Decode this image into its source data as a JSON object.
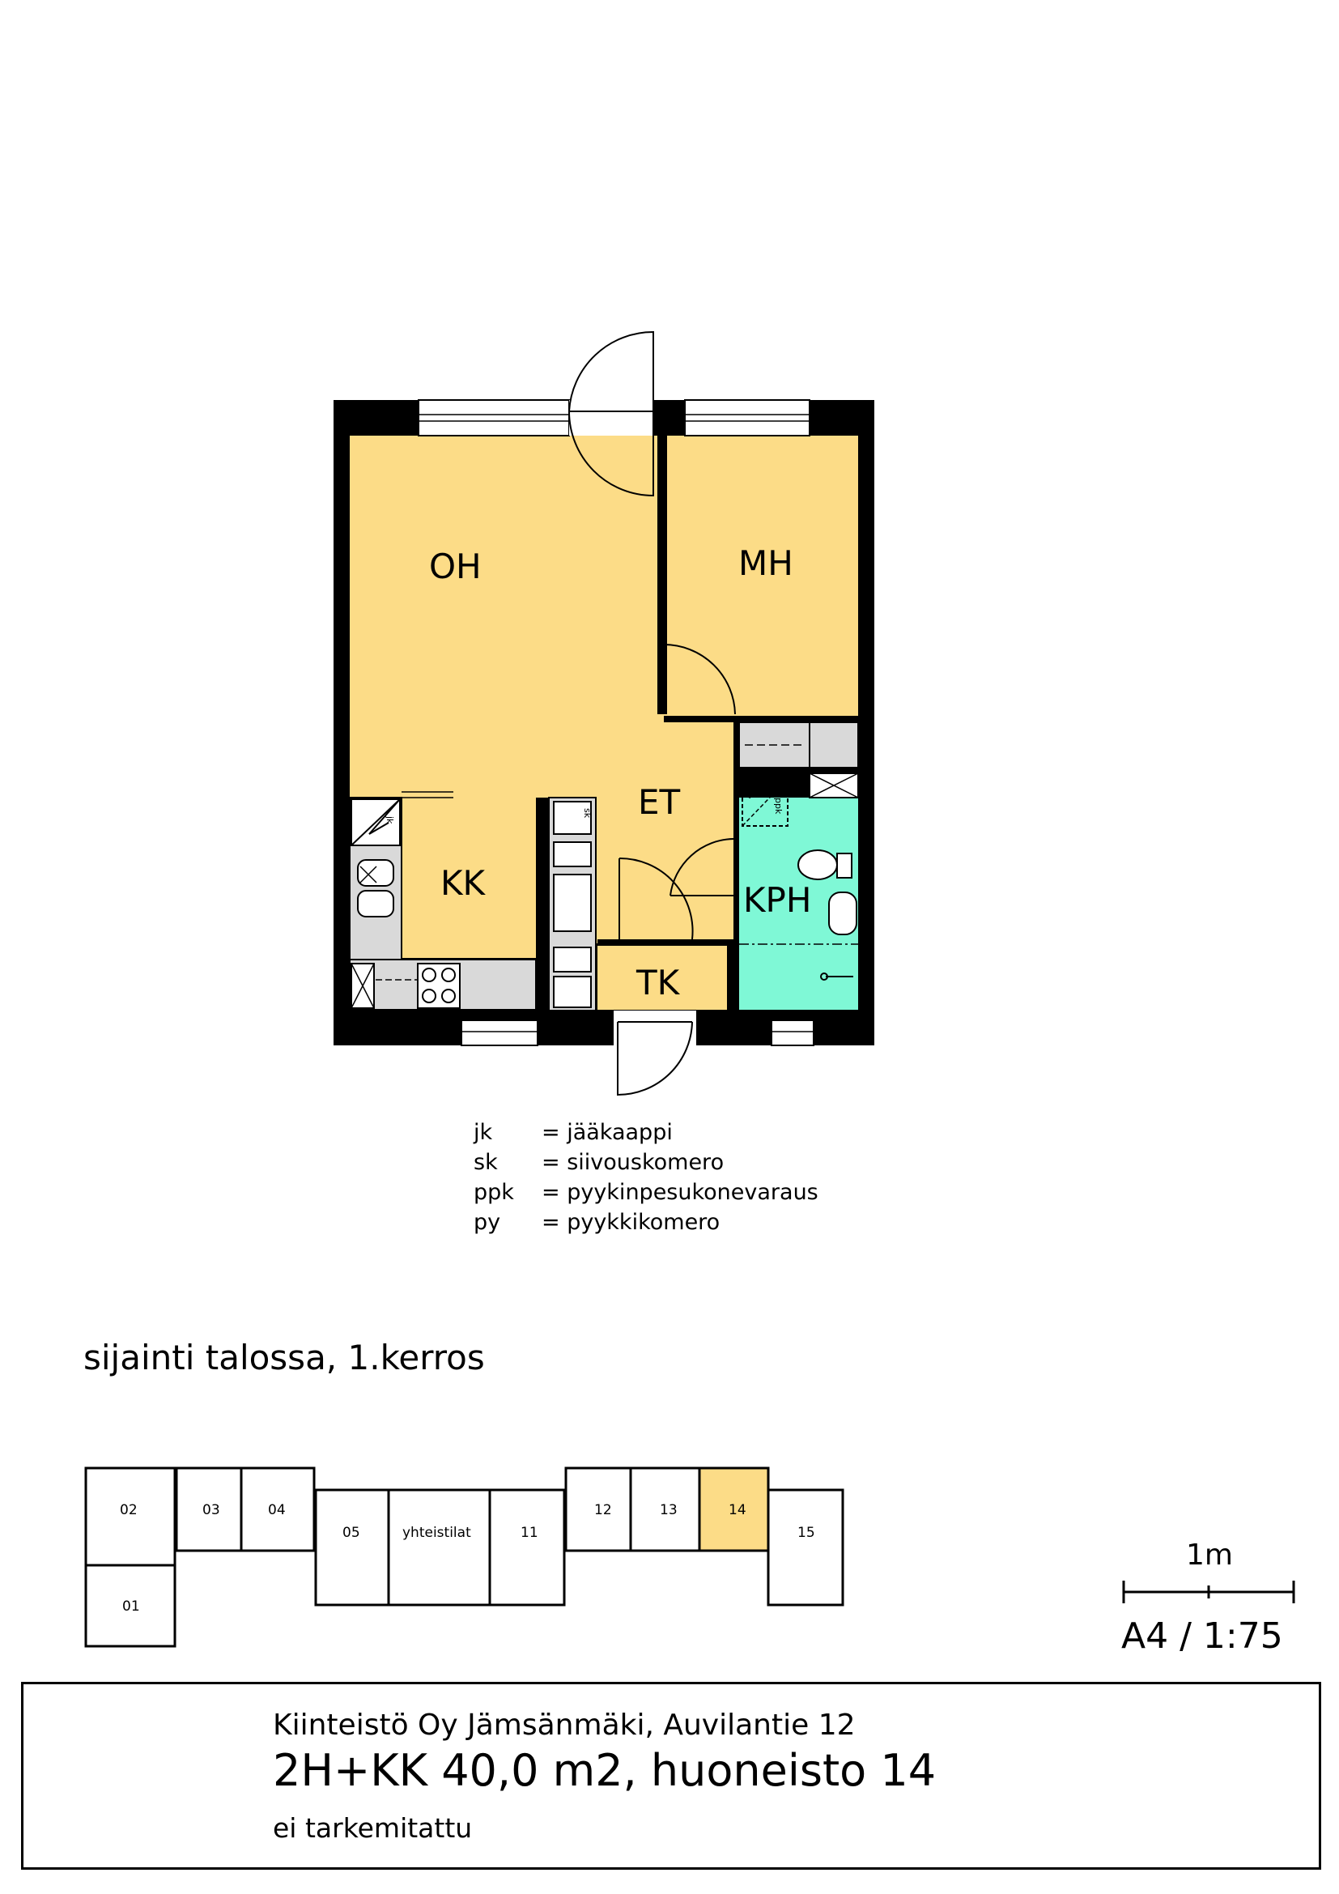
{
  "rooms": {
    "oh": "OH",
    "mh": "MH",
    "et": "ET",
    "kk": "KK",
    "kph": "KPH",
    "tk": "TK"
  },
  "fixture_labels": {
    "jk": "jk",
    "sk": "sk",
    "py": "py",
    "ppk": "ppk"
  },
  "legend": [
    {
      "abbr": "jk",
      "text": "= jääkaappi"
    },
    {
      "abbr": "sk",
      "text": "= siivouskomero"
    },
    {
      "abbr": "ppk",
      "text": "= pyykinpesukonevaraus"
    },
    {
      "abbr": "py",
      "text": "= pyykkikomero"
    }
  ],
  "location": {
    "title": "sijainti talossa, 1.kerros",
    "units": [
      "02",
      "01",
      "03",
      "04",
      "05",
      "yhteistilat",
      "11",
      "12",
      "13",
      "14",
      "15"
    ],
    "highlighted_unit": "14"
  },
  "scale": {
    "bar_label": "1m",
    "text": "A4 / 1:75"
  },
  "title_block": {
    "line1": "Kiinteistö Oy Jämsänmäki, Auvilantie 12",
    "line2": "2H+KK 40,0 m2, huoneisto 14",
    "line3": "ei tarkemitattu"
  },
  "colors": {
    "room_fill": "#fcdc87",
    "bathroom_fill": "#7ff8d6",
    "cabinet_fill": "#d9d9d9",
    "wall": "#000000",
    "highlight_unit": "#fcdc87"
  }
}
